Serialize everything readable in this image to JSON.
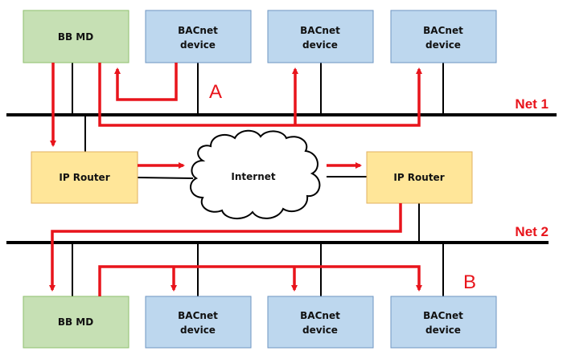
{
  "diagram": {
    "colors": {
      "bbmd_fill": "#c6e0b4",
      "bbmd_stroke": "#8fbf6e",
      "device_fill": "#bdd7ee",
      "device_stroke": "#6e95c2",
      "router_fill": "#ffe699",
      "router_stroke": "#e0b060",
      "wire": "#000000",
      "message": "#e8141b"
    },
    "net1": {
      "label": "Net 1",
      "nodes": [
        {
          "id": "bbmd1",
          "type": "bbmd",
          "lines": [
            "BB MD"
          ]
        },
        {
          "id": "dev1a",
          "type": "device",
          "lines": [
            "BACnet",
            "device"
          ]
        },
        {
          "id": "dev1b",
          "type": "device",
          "lines": [
            "BACnet",
            "device"
          ]
        },
        {
          "id": "dev1c",
          "type": "device",
          "lines": [
            "BACnet",
            "device"
          ]
        }
      ]
    },
    "net2": {
      "label": "Net 2",
      "nodes": [
        {
          "id": "bbmd2",
          "type": "bbmd",
          "lines": [
            "BB MD"
          ]
        },
        {
          "id": "dev2a",
          "type": "device",
          "lines": [
            "BACnet",
            "device"
          ]
        },
        {
          "id": "dev2b",
          "type": "device",
          "lines": [
            "BACnet",
            "device"
          ]
        },
        {
          "id": "dev2c",
          "type": "device",
          "lines": [
            "BACnet",
            "device"
          ]
        }
      ]
    },
    "routers": [
      {
        "id": "router1",
        "label": "IP Router"
      },
      {
        "id": "router2",
        "label": "IP Router"
      }
    ],
    "cloud": {
      "label": "Internet"
    },
    "path_labels": {
      "a": "A",
      "b": "B"
    },
    "edges": [
      {
        "from": "dev1a",
        "to": "bbmd1",
        "kind": "message",
        "note": "A"
      },
      {
        "from": "bbmd1",
        "to": "dev1b",
        "kind": "message"
      },
      {
        "from": "bbmd1",
        "to": "dev1c",
        "kind": "message"
      },
      {
        "from": "bbmd1",
        "to": "router1",
        "kind": "message"
      },
      {
        "from": "router1",
        "to": "cloud",
        "kind": "message"
      },
      {
        "from": "cloud",
        "to": "router2",
        "kind": "message"
      },
      {
        "from": "router2",
        "to": "bbmd2",
        "kind": "message"
      },
      {
        "from": "bbmd2",
        "to": "dev2a",
        "kind": "message",
        "note": "B"
      },
      {
        "from": "bbmd2",
        "to": "dev2b",
        "kind": "message",
        "note": "B"
      },
      {
        "from": "bbmd2",
        "to": "dev2c",
        "kind": "message",
        "note": "B"
      }
    ]
  }
}
